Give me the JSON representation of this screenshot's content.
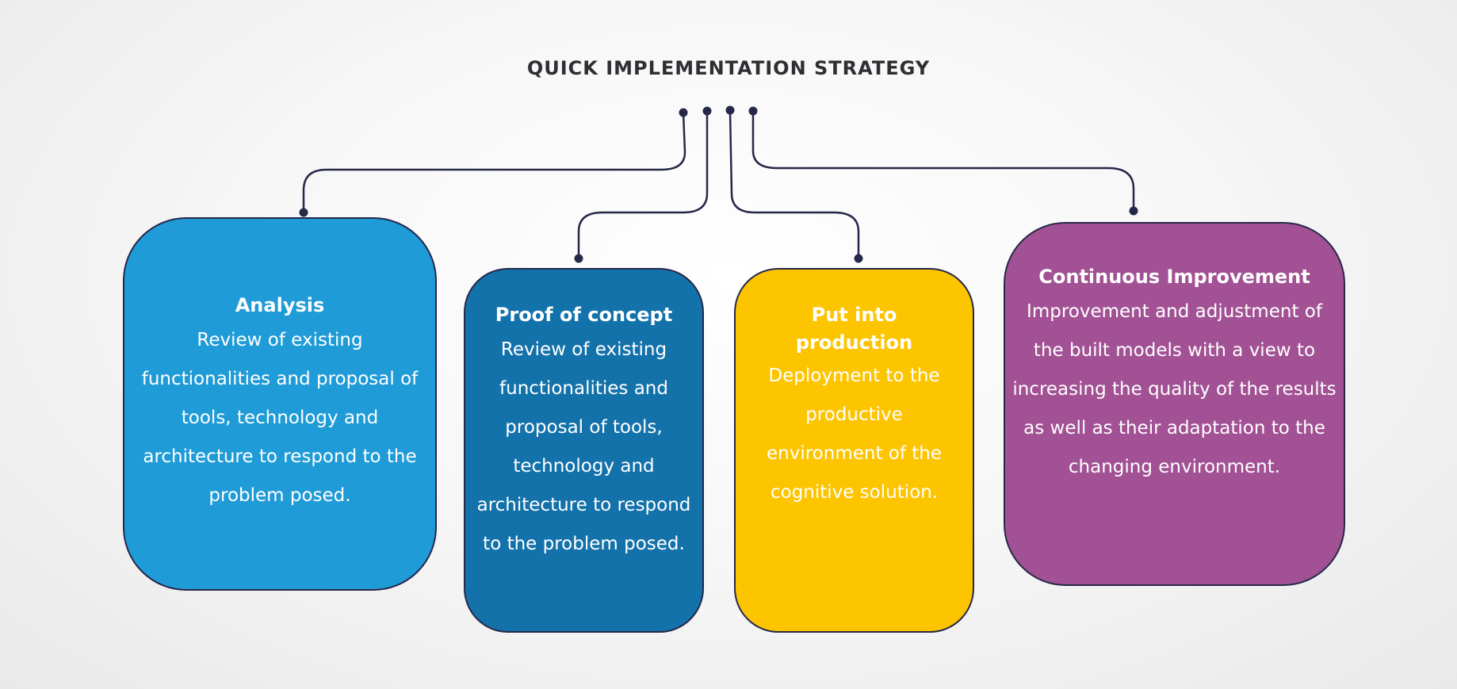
{
  "title": "QUICK IMPLEMENTATION STRATEGY",
  "colors": {
    "line": "#26284a",
    "analysis": "#1f9bd7",
    "proof_of_concept": "#1472ab",
    "put_into_production": "#fdc400",
    "continuous_improvement": "#a25194"
  },
  "stages": [
    {
      "heading": "Analysis",
      "description": "Review of existing functionalities and proposal of tools, technology and architecture to respond to the problem posed."
    },
    {
      "heading": "Proof of concept",
      "description": "Review of existing functionalities and proposal of tools, technology and architecture to respond to the problem posed."
    },
    {
      "heading": "Put into production",
      "description": "Deployment to the productive environment of the cognitive solution."
    },
    {
      "heading": "Continuous Improvement",
      "description": "Improvement and adjustment of the built models with a view to increasing the quality of the results as well as their adaptation to the changing environment."
    }
  ]
}
